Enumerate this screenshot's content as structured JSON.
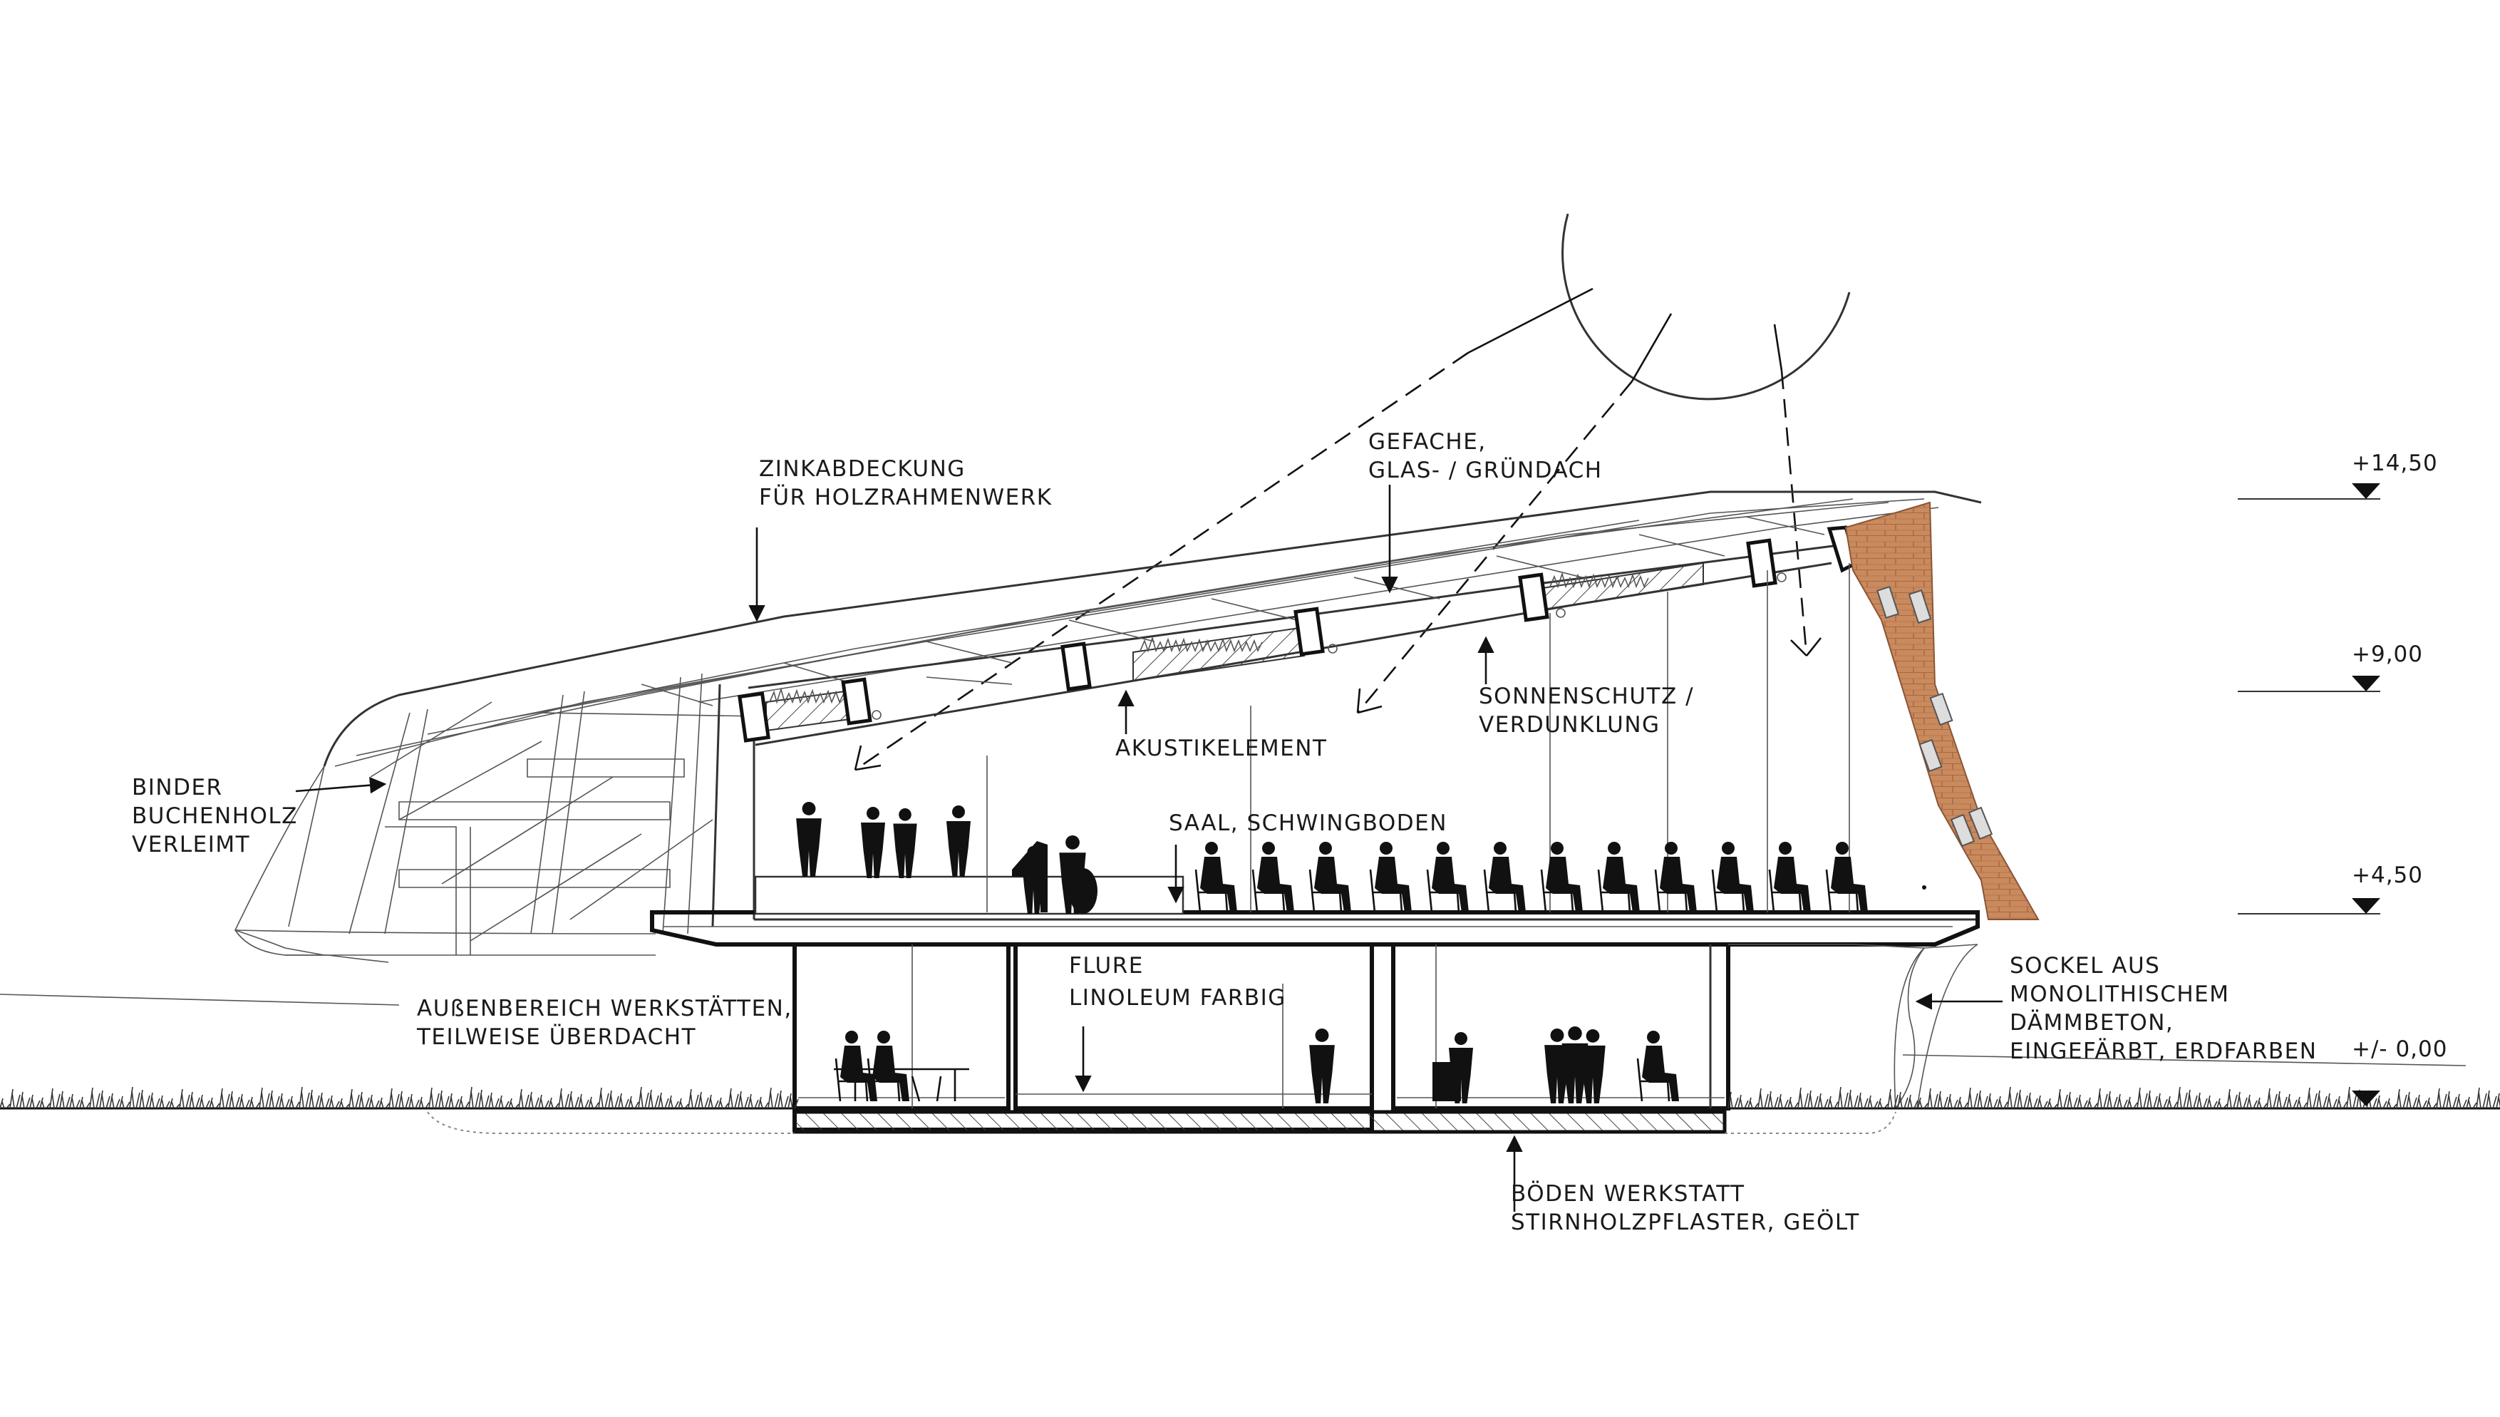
{
  "labels": {
    "zinc": [
      "ZINKABDECKUNG",
      "FÜR HOLZRAHMENWERK"
    ],
    "gefache": [
      "GEFACHE,",
      "GLAS- / GRÜNDACH"
    ],
    "sonnenschutz": [
      "SONNENSCHUTZ /",
      "VERDUNKLUNG"
    ],
    "akustik": [
      "AKUSTIKELEMENT"
    ],
    "binder": [
      "BINDER",
      "BUCHENHOLZ",
      "VERLEIMT"
    ],
    "saal": [
      "SAAL, SCHWINGBODEN"
    ],
    "aussen": [
      "AUßENBEREICH WERKSTÄTTEN,",
      "TEILWEISE ÜBERDACHT"
    ],
    "flure": [
      "FLURE",
      "LINOLEUM FARBIG"
    ],
    "sockel": [
      "SOCKEL AUS",
      "MONOLITHISCHEM",
      "DÄMMBETON,",
      "EINGEFÄRBT, ERDFARBEN"
    ],
    "boeden": [
      "BÖDEN WERKSTATT",
      "STIRNHOLZPFLASTER, GEÖLT"
    ]
  },
  "levels": [
    {
      "id": "top",
      "label": "+14,50"
    },
    {
      "id": "upper",
      "label": "+9,00"
    },
    {
      "id": "hall",
      "label": "+4,50"
    },
    {
      "id": "ground",
      "label": "+/- 0,00"
    }
  ],
  "colors": {
    "line": "#111111",
    "brick": "#c8875c",
    "brick_dark": "#9c6140"
  }
}
